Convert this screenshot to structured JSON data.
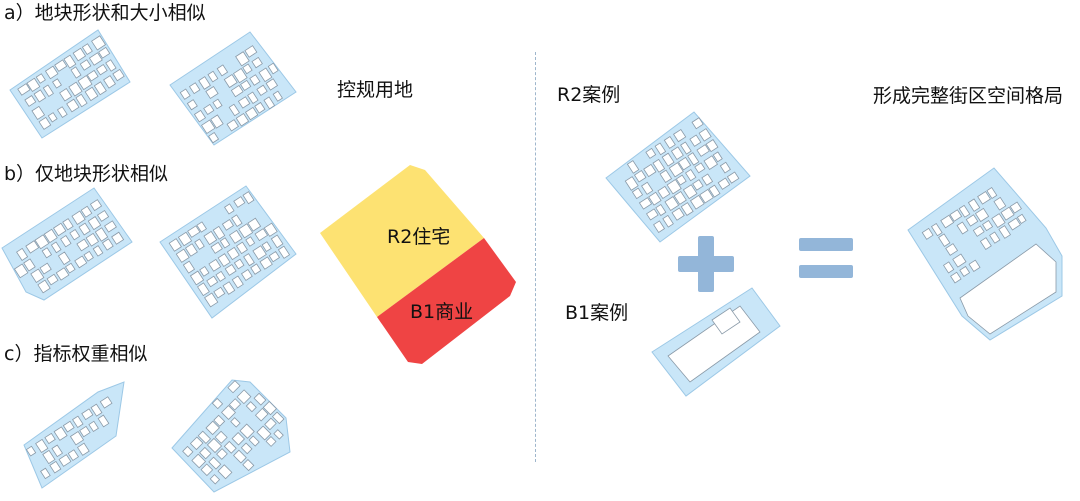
{
  "left": {
    "sections": [
      {
        "label": "a）地块形状和大小相似"
      },
      {
        "label": "b）仅地块形状相似"
      },
      {
        "label": "c）指标权重相似"
      }
    ],
    "control_title": "控规用地",
    "zones": [
      {
        "label": "R2住宅",
        "color": "#fde272"
      },
      {
        "label": "B1商业",
        "color": "#ef4444"
      }
    ]
  },
  "right": {
    "r2_case": "R2案例",
    "b1_case": "B1案例",
    "result": "形成完整街区空间格局",
    "operator_color": "#93b6d9"
  },
  "colors": {
    "parcel_fill": "#c9e6f8",
    "parcel_stroke": "#9cc8e6",
    "building_fill": "#ffffff",
    "building_stroke": "#8a9aa8"
  }
}
